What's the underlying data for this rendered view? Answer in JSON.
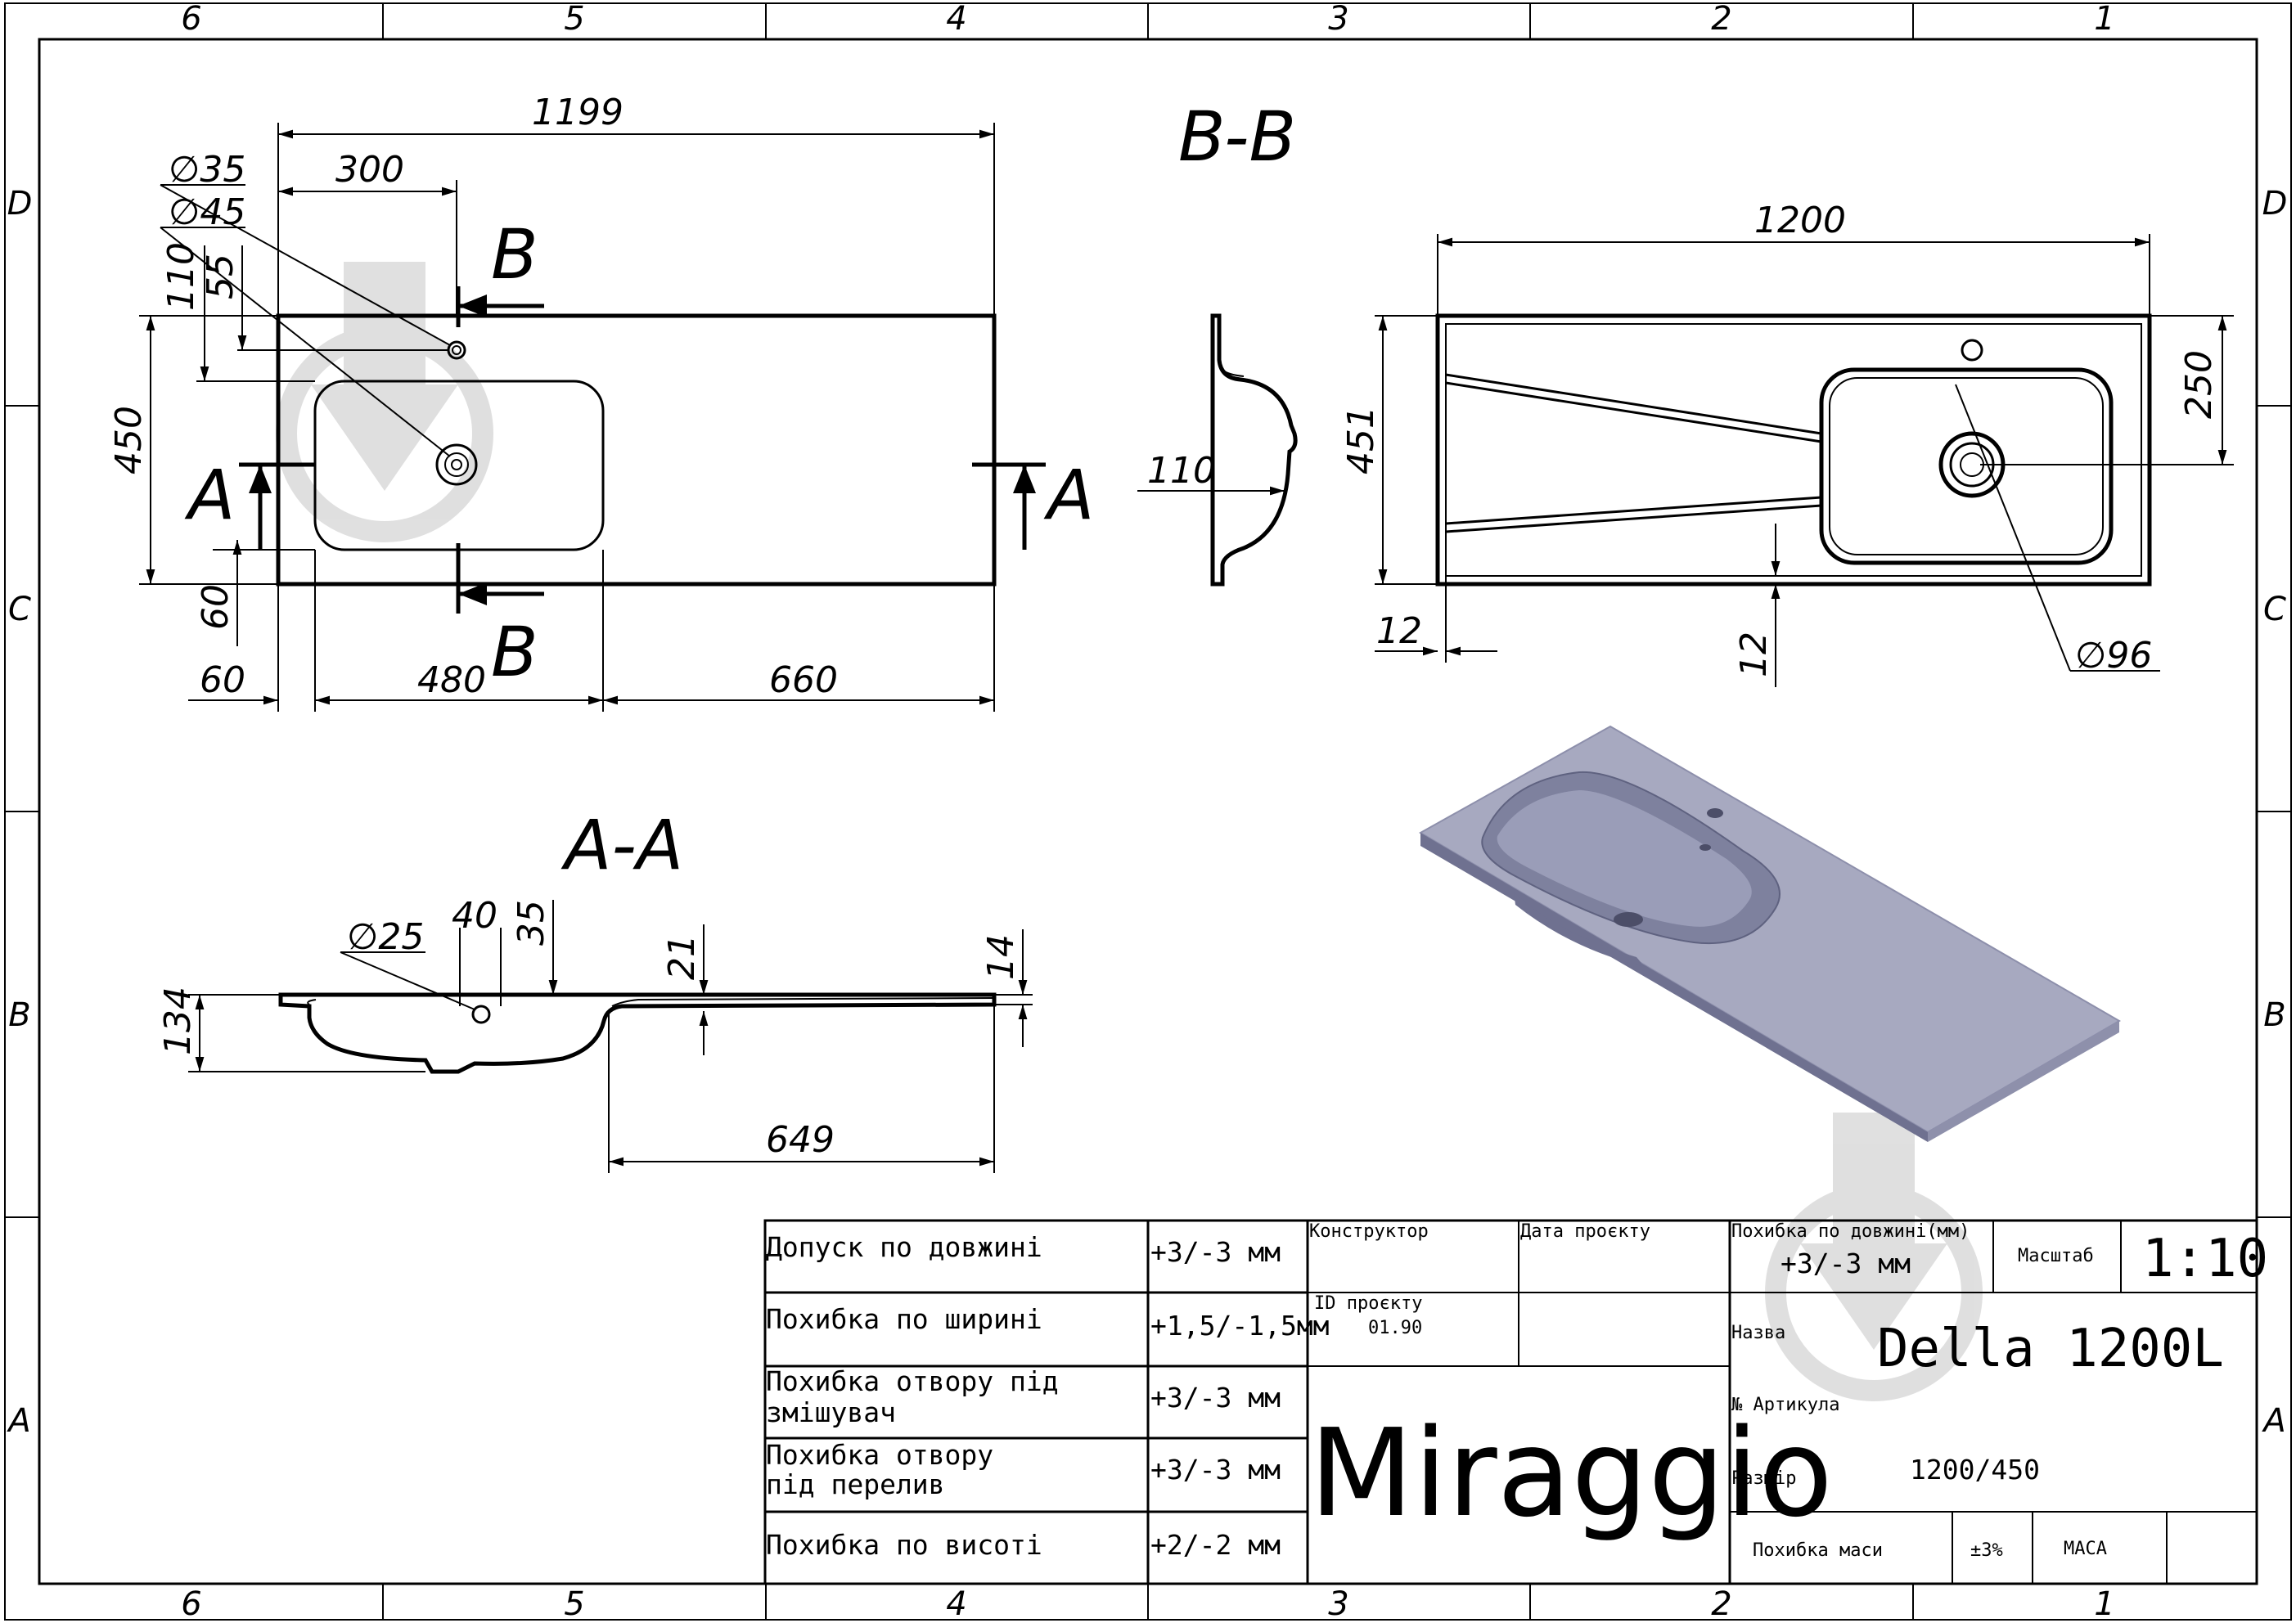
{
  "frame": {
    "zones_top": [
      "6",
      "5",
      "4",
      "3",
      "2",
      "1"
    ],
    "zones_bottom": [
      "6",
      "5",
      "4",
      "3",
      "2",
      "1"
    ],
    "zones_left": [
      "D",
      "C",
      "B",
      "A"
    ],
    "zones_right": [
      "D",
      "C",
      "B",
      "A"
    ]
  },
  "plan_view": {
    "overall_length": "1199",
    "to_tap_hole": "300",
    "tap_hole_diameter": "∅35",
    "drain_diameter": "∅45",
    "tap_hole_offset": "55",
    "bowl_offset_top": "110",
    "width": "450",
    "bowl_offset_bottom": "60",
    "left_margin": "60",
    "bowl_length": "480",
    "right_length": "660",
    "section_b_label": "B",
    "section_a_label": "A"
  },
  "section_aa": {
    "title": "A-A",
    "overflow_diameter": "∅25",
    "overflow_offset": "40",
    "overflow_height": "35",
    "slab_thickness": "21",
    "edge_thickness": "14",
    "depth": "134",
    "counter_length": "649"
  },
  "section_bb": {
    "title": "B-B",
    "bowl_depth": "110"
  },
  "bottom_view": {
    "length": "1200",
    "width": "451",
    "bowl_width": "250",
    "rim_left": "12",
    "rim_bottom": "12",
    "drain_diameter": "∅96"
  },
  "title_block": {
    "tolerances": [
      {
        "label": "Допуск по довжині",
        "value": "+3/-3 мм"
      },
      {
        "label": "Похибка по ширині",
        "value": "+1,5/-1,5мм"
      },
      {
        "label": "Похибка отвору під змішувач",
        "value": "+3/-3 мм"
      },
      {
        "label": "Похибка отвору під перелив",
        "value": "+3/-3 мм"
      },
      {
        "label": "Похибка по висоті",
        "value": "+2/-2 мм"
      }
    ],
    "designer_label": "Конструктор",
    "project_date_label": "Дата проєкту",
    "project_id_label": "ID проєкту",
    "project_id_value": "01.90",
    "brand": "Miraggio",
    "length_error_label": "Похибка по довжині(мм)",
    "length_error_value": "+3/-3 мм",
    "scale_label": "Масштаб",
    "scale_value": "1:10",
    "name_label": "Назва",
    "name_value": "Della 1200L",
    "article_label": "№ Артикула",
    "size_label": "Размір",
    "size_value": "1200/450",
    "mass_error_label": "Похибка маси",
    "mass_error_value": "±3%",
    "mass_label": "МАСА"
  },
  "colors": {
    "line": "#000000",
    "render_top": "#a7a9c0",
    "render_bowl": "#878aa6",
    "render_edge": "#6f7190"
  }
}
